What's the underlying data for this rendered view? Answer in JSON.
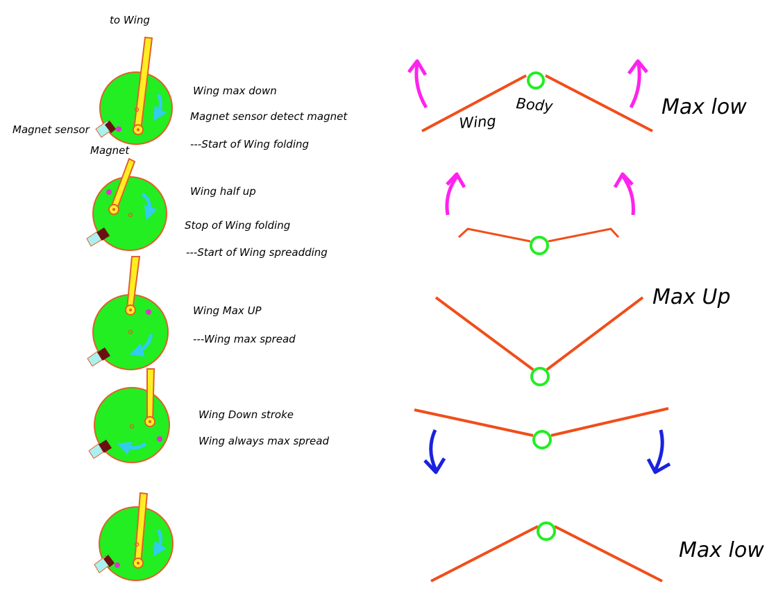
{
  "labels": {
    "to_wing": "to Wing",
    "magnet_sensor": "Magnet sensor",
    "magnet": "Magnet",
    "body": "Body",
    "wing": "Wing"
  },
  "stages": [
    {
      "notes": [
        "Wing max down",
        "Magnet sensor detect magnet",
        "---Start of Wing folding"
      ],
      "side_label": "Max low"
    },
    {
      "notes": [
        "Wing half up",
        "Stop of Wing folding",
        "---Start of Wing spreadding"
      ],
      "side_label": ""
    },
    {
      "notes": [
        "Wing Max UP",
        "---Wing max spread"
      ],
      "side_label": "Max Up"
    },
    {
      "notes": [
        "Wing Down  stroke",
        "Wing always max spread"
      ],
      "side_label": ""
    },
    {
      "notes": [],
      "side_label": "Max low"
    }
  ],
  "colors": {
    "disc": "#22ee22",
    "disc_outline": "#e0602a",
    "crank": "#ffee22",
    "crank_outline": "#e0602a",
    "rotation_arrow": "#33ccee",
    "magnet": "#dd33cc",
    "sensor_body": "#6b1010",
    "sensor_tip": "#aaf0ee",
    "wing_line": "#f04e1a",
    "body_circle": "#22ee22",
    "up_arrow": "#ff22ee",
    "down_arrow": "#1a22dd"
  }
}
